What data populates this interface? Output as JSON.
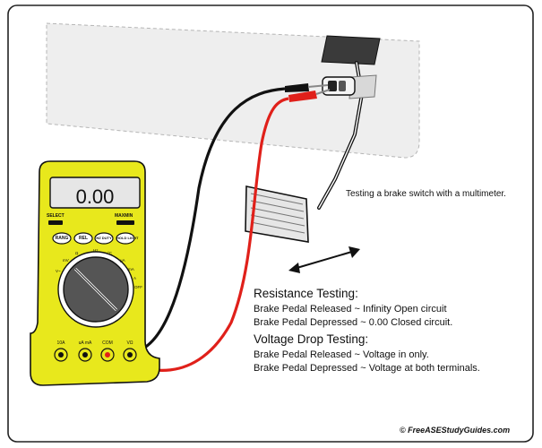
{
  "caption": "Testing a brake switch with a multimeter.",
  "meter": {
    "display": "0.00",
    "buttons": {
      "select": "SELECT",
      "maxmin": "MAXMIN",
      "rang": "RANG",
      "rel": "REL",
      "hz_duty": "HZ DUTY",
      "hold_light": "HOLD LIGHT"
    },
    "dial": {
      "off": "OFF",
      "v_ac": "V~",
      "mv": "mV",
      "ohm": "Ω",
      "hz": "Hz",
      "temp": "°C",
      "ua": "µA",
      "ma": "mA",
      "a": "A"
    },
    "jacks": [
      "10A",
      "uA mA",
      "COM",
      "VΩ"
    ]
  },
  "resistance": {
    "heading": "Resistance Testing:",
    "line1": "Brake Pedal Released ~ Infinity Open circuit",
    "line2": "Brake Pedal Depressed ~ 0.00 Closed circuit."
  },
  "voltage": {
    "heading": "Voltage Drop Testing:",
    "line1": "Brake Pedal Released ~ Voltage in only.",
    "line2": "Brake Pedal Depressed ~ Voltage at both terminals."
  },
  "copyright": "© FreeASEStudyGuides.com",
  "colors": {
    "meter_body": "#e8e81c",
    "wire_red": "#e0201a",
    "wire_black": "#111111",
    "panel": "#eeeeee"
  }
}
